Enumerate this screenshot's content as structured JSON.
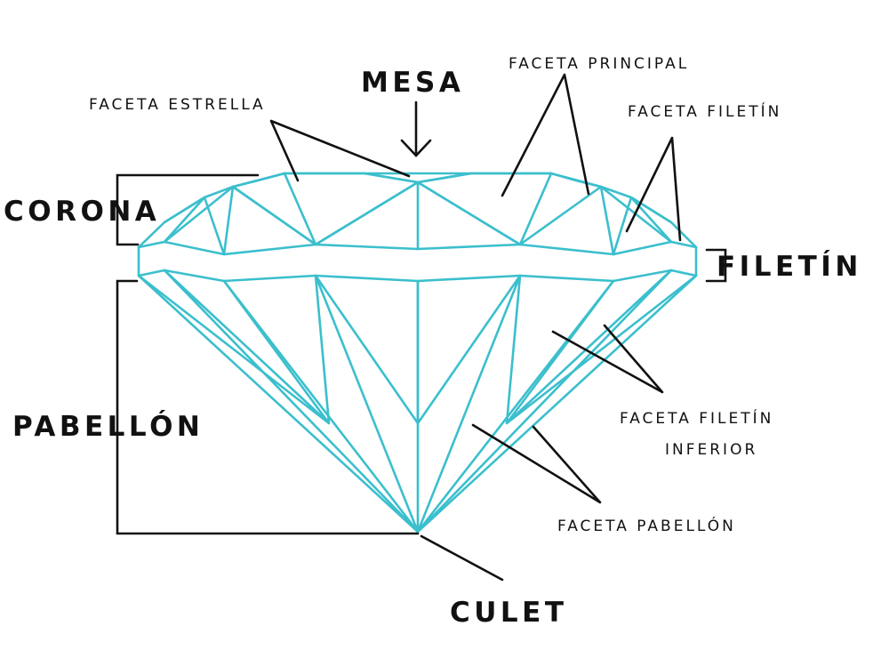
{
  "colors": {
    "outline": "#3bbfcd",
    "ink": "#111111",
    "background": "#ffffff"
  },
  "labels": {
    "mesa": "MESA",
    "faceta_principal": "FACETA PRINCIPAL",
    "faceta_estrella": "FACETA ESTRELLA",
    "faceta_filetin": "FACETA FILETÍN",
    "corona": "CORONA",
    "filetin": "FILETÍN",
    "pabellon": "PABELLÓN",
    "faceta_filetin_inferior_1": "FACETA FILETÍN",
    "faceta_filetin_inferior_2": "INFERIOR",
    "faceta_pabellon": "FACETA PABELLÓN",
    "culet": "CULET"
  }
}
